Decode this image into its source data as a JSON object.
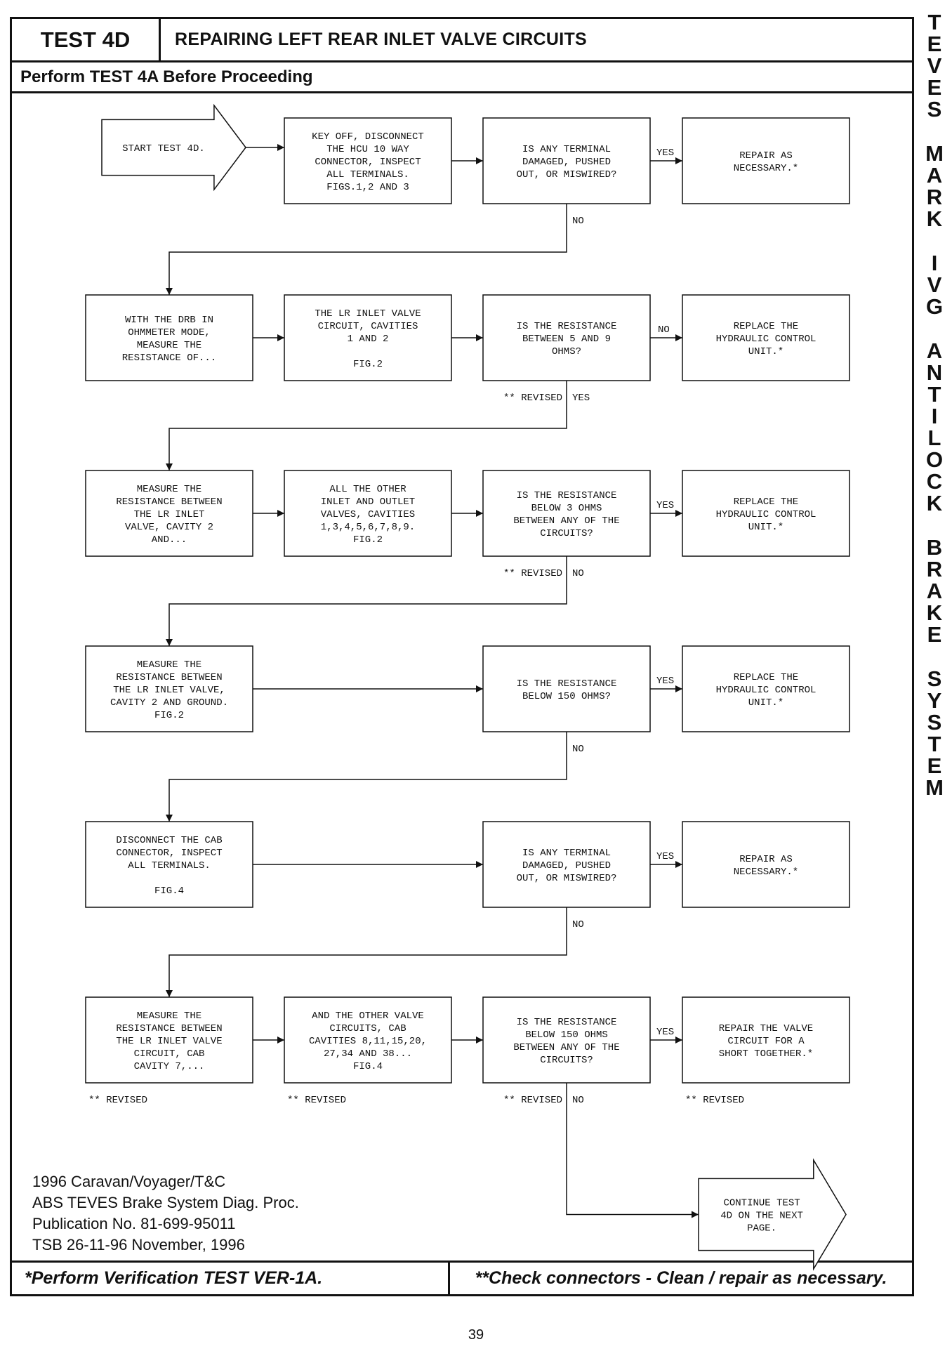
{
  "header": {
    "test_id": "TEST 4D",
    "title": "REPAIRING LEFT REAR INLET VALVE CIRCUITS",
    "subhead": "Perform TEST 4A Before Proceeding"
  },
  "side_title": [
    "TEVES",
    "MARK",
    "IVG",
    "ANTILOCK",
    "BRAKE",
    "SYSTEM"
  ],
  "nodes": [
    {
      "id": "start",
      "lines": [
        "START TEST 4D."
      ]
    },
    {
      "id": "r1c2",
      "lines": [
        "KEY OFF, DISCONNECT",
        "THE HCU 10 WAY",
        "CONNECTOR, INSPECT",
        "ALL TERMINALS.",
        "FIGS.1,2 AND 3"
      ]
    },
    {
      "id": "r1c3",
      "lines": [
        "IS ANY TERMINAL",
        "DAMAGED, PUSHED",
        "OUT, OR MISWIRED?"
      ]
    },
    {
      "id": "r1c4",
      "lines": [
        "REPAIR AS",
        "NECESSARY.*"
      ]
    },
    {
      "id": "r2c1",
      "lines": [
        "WITH THE DRB IN",
        "OHMMETER MODE,",
        "MEASURE THE",
        "RESISTANCE OF..."
      ]
    },
    {
      "id": "r2c2",
      "lines": [
        "THE LR INLET VALVE",
        "CIRCUIT, CAVITIES",
        "1 AND 2",
        "",
        "FIG.2"
      ]
    },
    {
      "id": "r2c3",
      "lines": [
        "IS THE RESISTANCE",
        "BETWEEN 5 AND 9",
        "OHMS?"
      ]
    },
    {
      "id": "r2c4",
      "lines": [
        "REPLACE THE",
        "HYDRAULIC CONTROL",
        "UNIT.*"
      ]
    },
    {
      "id": "r3c1",
      "lines": [
        "MEASURE THE",
        "RESISTANCE BETWEEN",
        "THE LR INLET",
        "VALVE, CAVITY 2",
        "AND..."
      ]
    },
    {
      "id": "r3c2",
      "lines": [
        "ALL THE OTHER",
        "INLET AND OUTLET",
        "VALVES, CAVITIES",
        "1,3,4,5,6,7,8,9.",
        "FIG.2"
      ]
    },
    {
      "id": "r3c3",
      "lines": [
        "IS THE RESISTANCE",
        "BELOW 3 OHMS",
        "BETWEEN ANY OF THE",
        "CIRCUITS?"
      ]
    },
    {
      "id": "r3c4",
      "lines": [
        "REPLACE THE",
        "HYDRAULIC CONTROL",
        "UNIT.*"
      ]
    },
    {
      "id": "r4c1",
      "lines": [
        "MEASURE THE",
        "RESISTANCE BETWEEN",
        "THE LR INLET VALVE,",
        "CAVITY 2 AND GROUND.",
        "FIG.2"
      ]
    },
    {
      "id": "r4c3",
      "lines": [
        "IS THE RESISTANCE",
        "BELOW 150 OHMS?"
      ]
    },
    {
      "id": "r4c4",
      "lines": [
        "REPLACE THE",
        "HYDRAULIC CONTROL",
        "UNIT.*"
      ]
    },
    {
      "id": "r5c1",
      "lines": [
        "DISCONNECT THE CAB",
        "CONNECTOR, INSPECT",
        "ALL TERMINALS.",
        "",
        "FIG.4"
      ]
    },
    {
      "id": "r5c3",
      "lines": [
        "IS ANY TERMINAL",
        "DAMAGED, PUSHED",
        "OUT, OR MISWIRED?"
      ]
    },
    {
      "id": "r5c4",
      "lines": [
        "REPAIR AS",
        "NECESSARY.*"
      ]
    },
    {
      "id": "r6c1",
      "lines": [
        "MEASURE THE",
        "RESISTANCE BETWEEN",
        "THE LR INLET VALVE",
        "CIRCUIT, CAB",
        "CAVITY 7,..."
      ]
    },
    {
      "id": "r6c2",
      "lines": [
        "AND THE OTHER VALVE",
        "CIRCUITS, CAB",
        "CAVITIES 8,11,15,20,",
        "27,34 AND 38...",
        "FIG.4"
      ]
    },
    {
      "id": "r6c3",
      "lines": [
        "IS THE RESISTANCE",
        "BELOW 150 OHMS",
        "BETWEEN ANY OF THE",
        "CIRCUITS?"
      ]
    },
    {
      "id": "r6c4",
      "lines": [
        "REPAIR THE VALVE",
        "CIRCUIT FOR A",
        "SHORT TOGETHER.*"
      ]
    },
    {
      "id": "continue",
      "lines": [
        "CONTINUE TEST",
        "4D ON THE NEXT",
        "PAGE."
      ]
    }
  ],
  "edge_labels": {
    "yes": "YES",
    "no": "NO",
    "revised_yes": "** REVISED",
    "revised": "** REVISED"
  },
  "publication": {
    "line1": "1996 Caravan/Voyager/T&C",
    "line2": "ABS TEVES Brake System Diag. Proc.",
    "line3": "Publication No. 81-699-95011",
    "line4": "TSB 26-11-96   November, 1996"
  },
  "footer": {
    "left": "*Perform Verification TEST VER-1A.",
    "right": "**Check connectors - Clean / repair as necessary."
  },
  "page_number": "39"
}
